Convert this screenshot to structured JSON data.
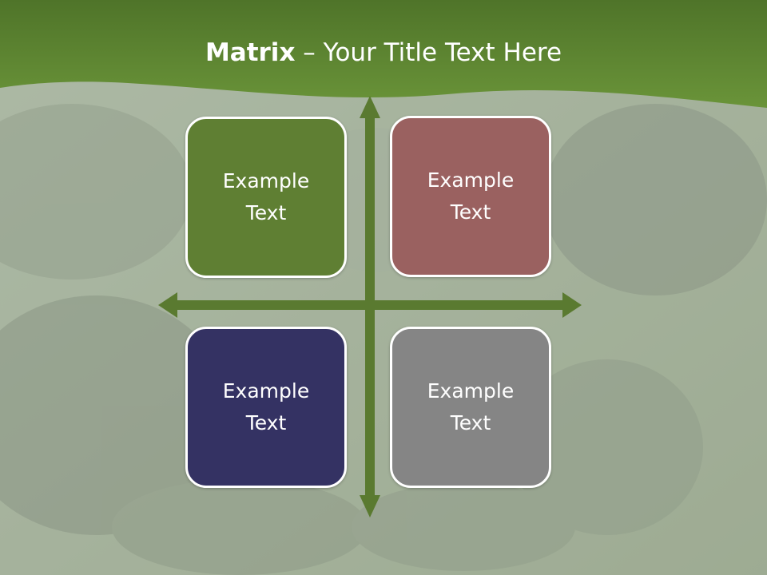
{
  "slide": {
    "title_bold": "Matrix",
    "title_rest": " – Your Title Text Here"
  },
  "matrix": {
    "boxes": [
      {
        "label": "Example Text",
        "color": "#5f7f33"
      },
      {
        "label": "Example Text",
        "color": "#9a6160"
      },
      {
        "label": "Example Text",
        "color": "#343263"
      },
      {
        "label": "Example Text",
        "color": "#858585"
      }
    ],
    "arrow_color": "#5a7a30"
  },
  "theme": {
    "header_color": "#5e8633",
    "background_overlay": "#b7c4ae"
  }
}
